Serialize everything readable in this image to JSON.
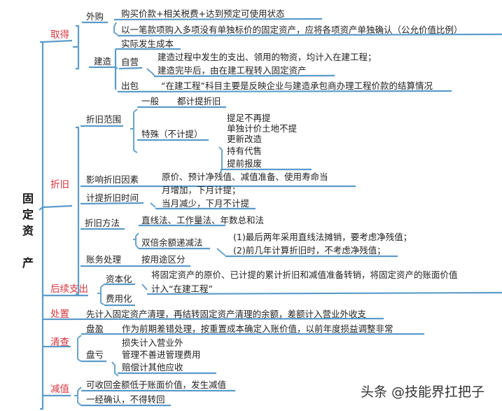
{
  "root": {
    "label_chars": [
      "固",
      "定",
      "资",
      "",
      "产"
    ]
  },
  "accent_colors": {
    "line": "#5b9cc9",
    "category_text": "#d3343c",
    "body_text": "#222222"
  },
  "branches": {
    "acquire": {
      "label": "取得",
      "purchase": {
        "label": "外购",
        "items": [
          "购买价款+相关税费+达到预定可使用状态",
          "以一笔款项购入多项没有单独标价的固定资产，应将各项资产单独确认（公允价值比例）"
        ]
      },
      "construct": {
        "label": "建造",
        "actual_cost": "实际发生成本",
        "self": {
          "label": "自营",
          "items": [
            "建造过程中发生的支出、领用的物资，均计入在建工程；",
            "建造完毕后，由在建工程转入固定资产"
          ]
        },
        "outsource": {
          "label": "出包",
          "text": "“在建工程”科目主要是反映企业与建造承包商办理工程价款的结算情况"
        }
      }
    },
    "depreciation": {
      "label": "折旧",
      "scope": {
        "label": "折旧范围",
        "general": {
          "label": "一般",
          "text": "都计提折旧"
        },
        "special": {
          "label": "特殊（不计提）",
          "items": [
            "提足不再提",
            "单独计价土地不提",
            "更新改造",
            "持有代售",
            "提前报废"
          ]
        }
      },
      "factors": {
        "label": "影响折旧因素",
        "text": "原价、预计净残值、减值准备、使用寿命当"
      },
      "timing": {
        "label": "计提折旧时间",
        "items": [
          "月增加，下月计提；",
          "当月减少，下月不计提"
        ]
      },
      "methods": {
        "label": "折旧方法",
        "list": "直线法、工作量法、年数总和法",
        "ddb": {
          "label": "双倍余额递减法",
          "items": [
            "(1)最后两年采用直线法摊销，要考虑净残值；",
            "(2)前几年计算折旧时，不考虑净残值；"
          ]
        }
      },
      "accounting": {
        "label": "账务处理",
        "text": "按用途区分"
      }
    },
    "subsequent": {
      "label": "后续支出",
      "capitalize": {
        "label": "资本化",
        "items": [
          "将固定资产的原价、已计提的累计折旧和减值准备转销，将固定资产的账面价值",
          "计入“在建工程”"
        ]
      },
      "expense": {
        "label": "费用化"
      }
    },
    "disposal": {
      "label": "处置",
      "text": "先计入固定资产清理，再结转固定资产清理的余额，差额计入营业外收支"
    },
    "inventory": {
      "label": "清查",
      "surplus": {
        "label": "盘盈",
        "text": "作为前期差错处理，按重置成本确定入账价值，以前年度损益调整非常"
      },
      "shortage": {
        "label": "盘亏",
        "items": [
          "损失计入营业外",
          "管理不善进管理费用",
          "赔偿计其他应收"
        ]
      }
    },
    "impairment": {
      "label": "减值",
      "items": [
        "可收回金额低于账面价值，发生减值",
        "一经确认，不得转回"
      ]
    }
  },
  "watermark": "头条 @技能界扛把子"
}
